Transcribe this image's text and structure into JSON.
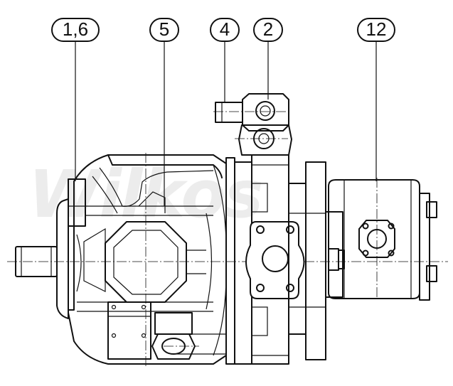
{
  "callouts": [
    {
      "id": "callout-1-6",
      "label": "1,6"
    },
    {
      "id": "callout-5",
      "label": "5"
    },
    {
      "id": "callout-4",
      "label": "4"
    },
    {
      "id": "callout-2",
      "label": "2"
    },
    {
      "id": "callout-12",
      "label": "12"
    }
  ],
  "watermark": "Wilkos",
  "colors": {
    "line": "#111111",
    "background": "#ffffff",
    "watermark": "#ececec"
  }
}
